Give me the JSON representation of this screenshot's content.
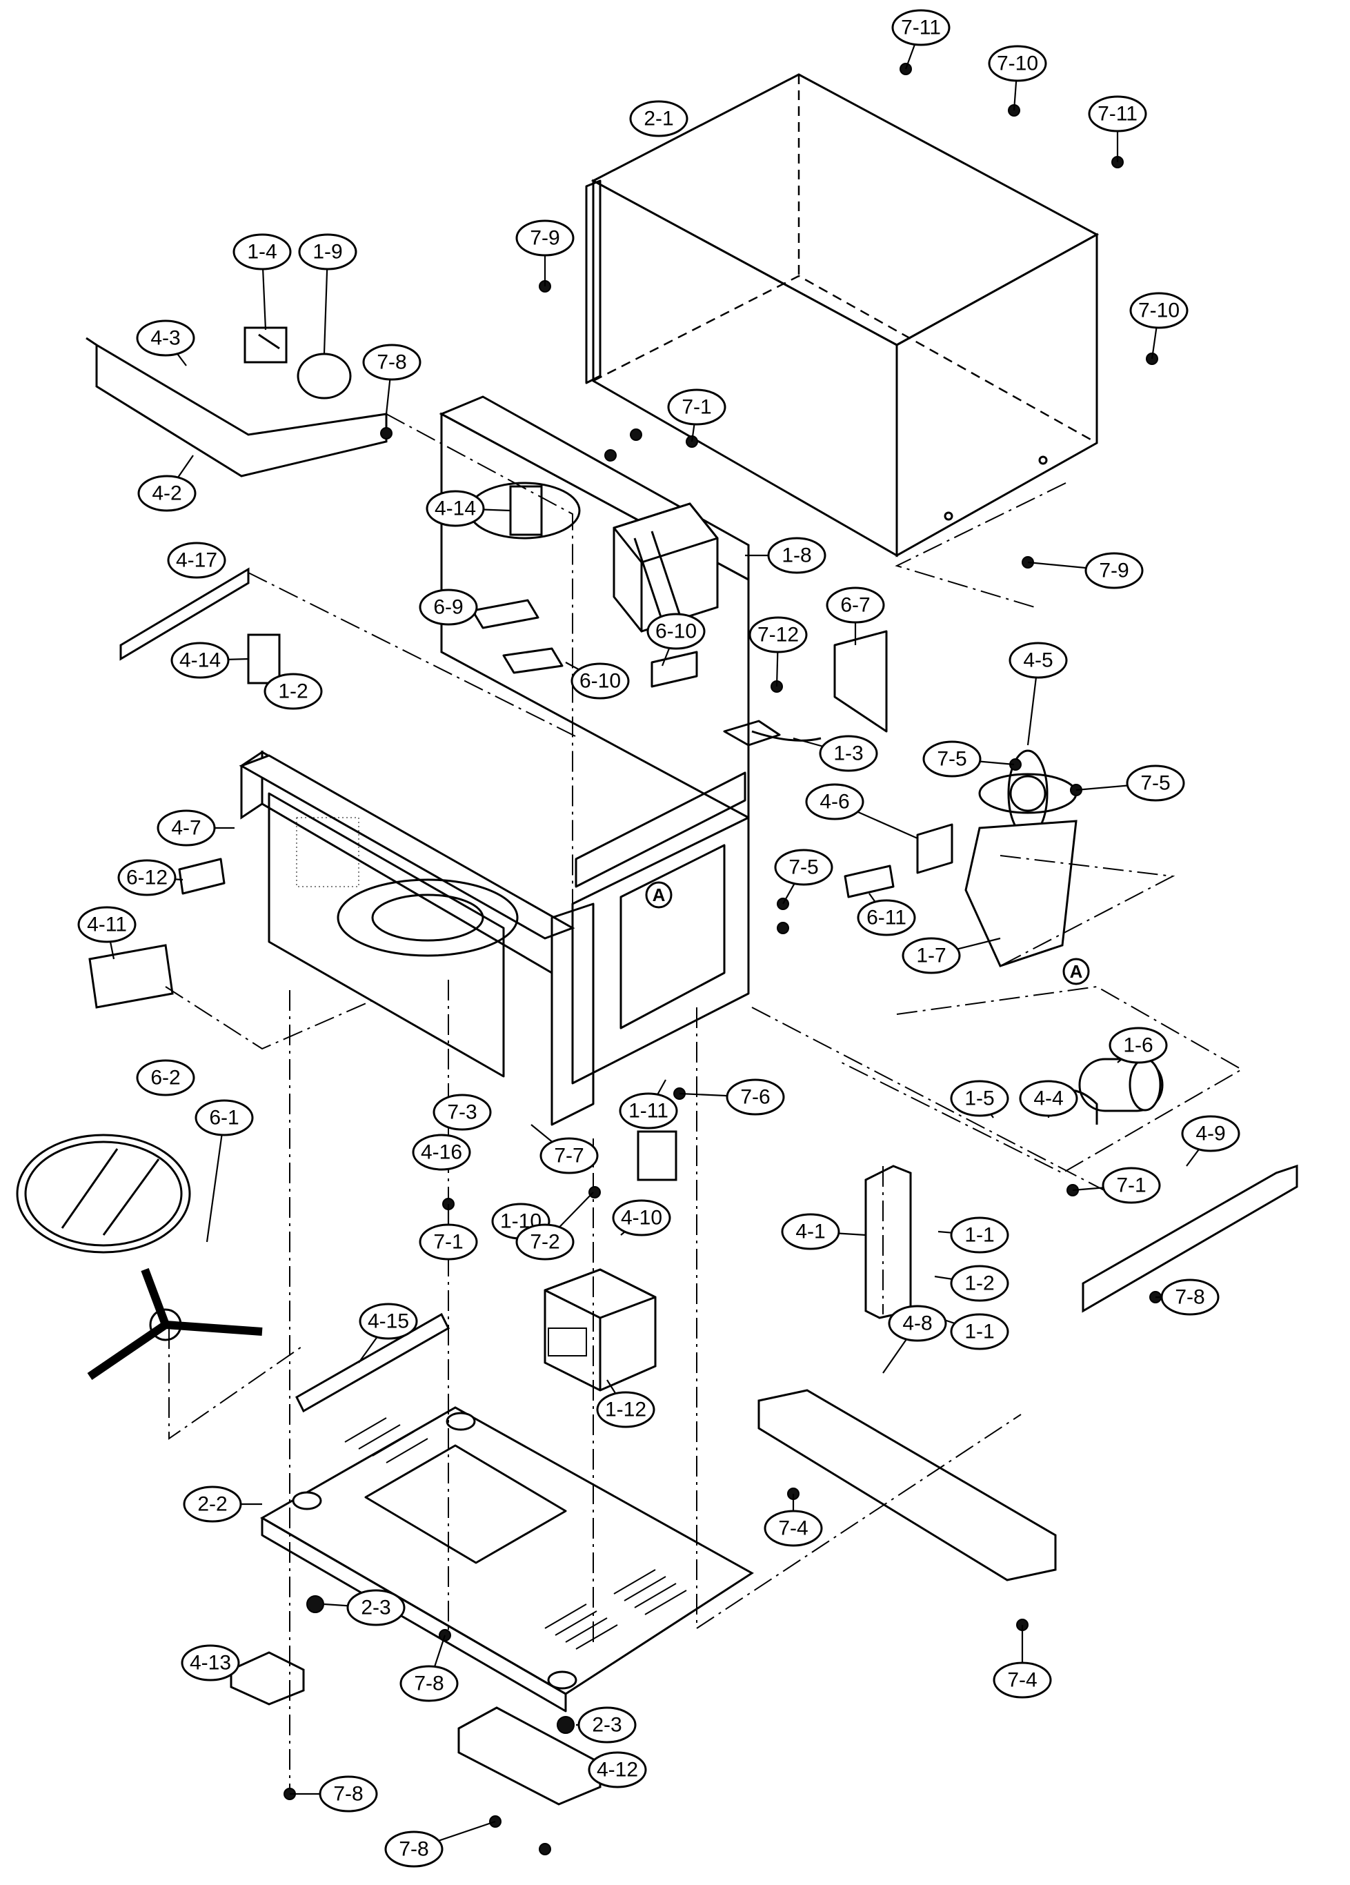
{
  "labels": [
    "7-11",
    "7-10",
    "7-11",
    "2-1",
    "7-9",
    "7-10",
    "1-4",
    "1-9",
    "4-3",
    "7-8",
    "4-2",
    "7-1",
    "4-14",
    "1-8",
    "7-9",
    "4-17",
    "6-9",
    "6-10",
    "7-12",
    "6-7",
    "4-14",
    "1-2",
    "6-10",
    "1-3",
    "4-5",
    "7-5",
    "7-5",
    "4-6",
    "4-7",
    "7-5",
    "6-12",
    "6-11",
    "4-11",
    "1-7",
    "1-6",
    "6-2",
    "1-11",
    "7-6",
    "4-4",
    "1-5",
    "4-9",
    "7-3",
    "4-16",
    "7-7",
    "7-1",
    "1-10",
    "4-10",
    "7-2",
    "4-1",
    "1-1",
    "7-1",
    "1-2",
    "6-1",
    "1-1",
    "4-15",
    "7-8",
    "1-12",
    "4-8",
    "2-2",
    "7-4",
    "2-3",
    "4-13",
    "7-8",
    "7-4",
    "2-3",
    "7-8",
    "4-12",
    "7-8"
  ],
  "refs": [
    "A",
    "A"
  ],
  "icons": [
    "exhaust-fan-icon",
    "turntable-glass-icon",
    "turntable-support-icon",
    "magnetron-icon",
    "transformer-icon",
    "capacitor-icon",
    "lamp-bulb-icon",
    "screw-icon"
  ],
  "colors": {
    "ink": "#000000",
    "paper": "#ffffff"
  }
}
